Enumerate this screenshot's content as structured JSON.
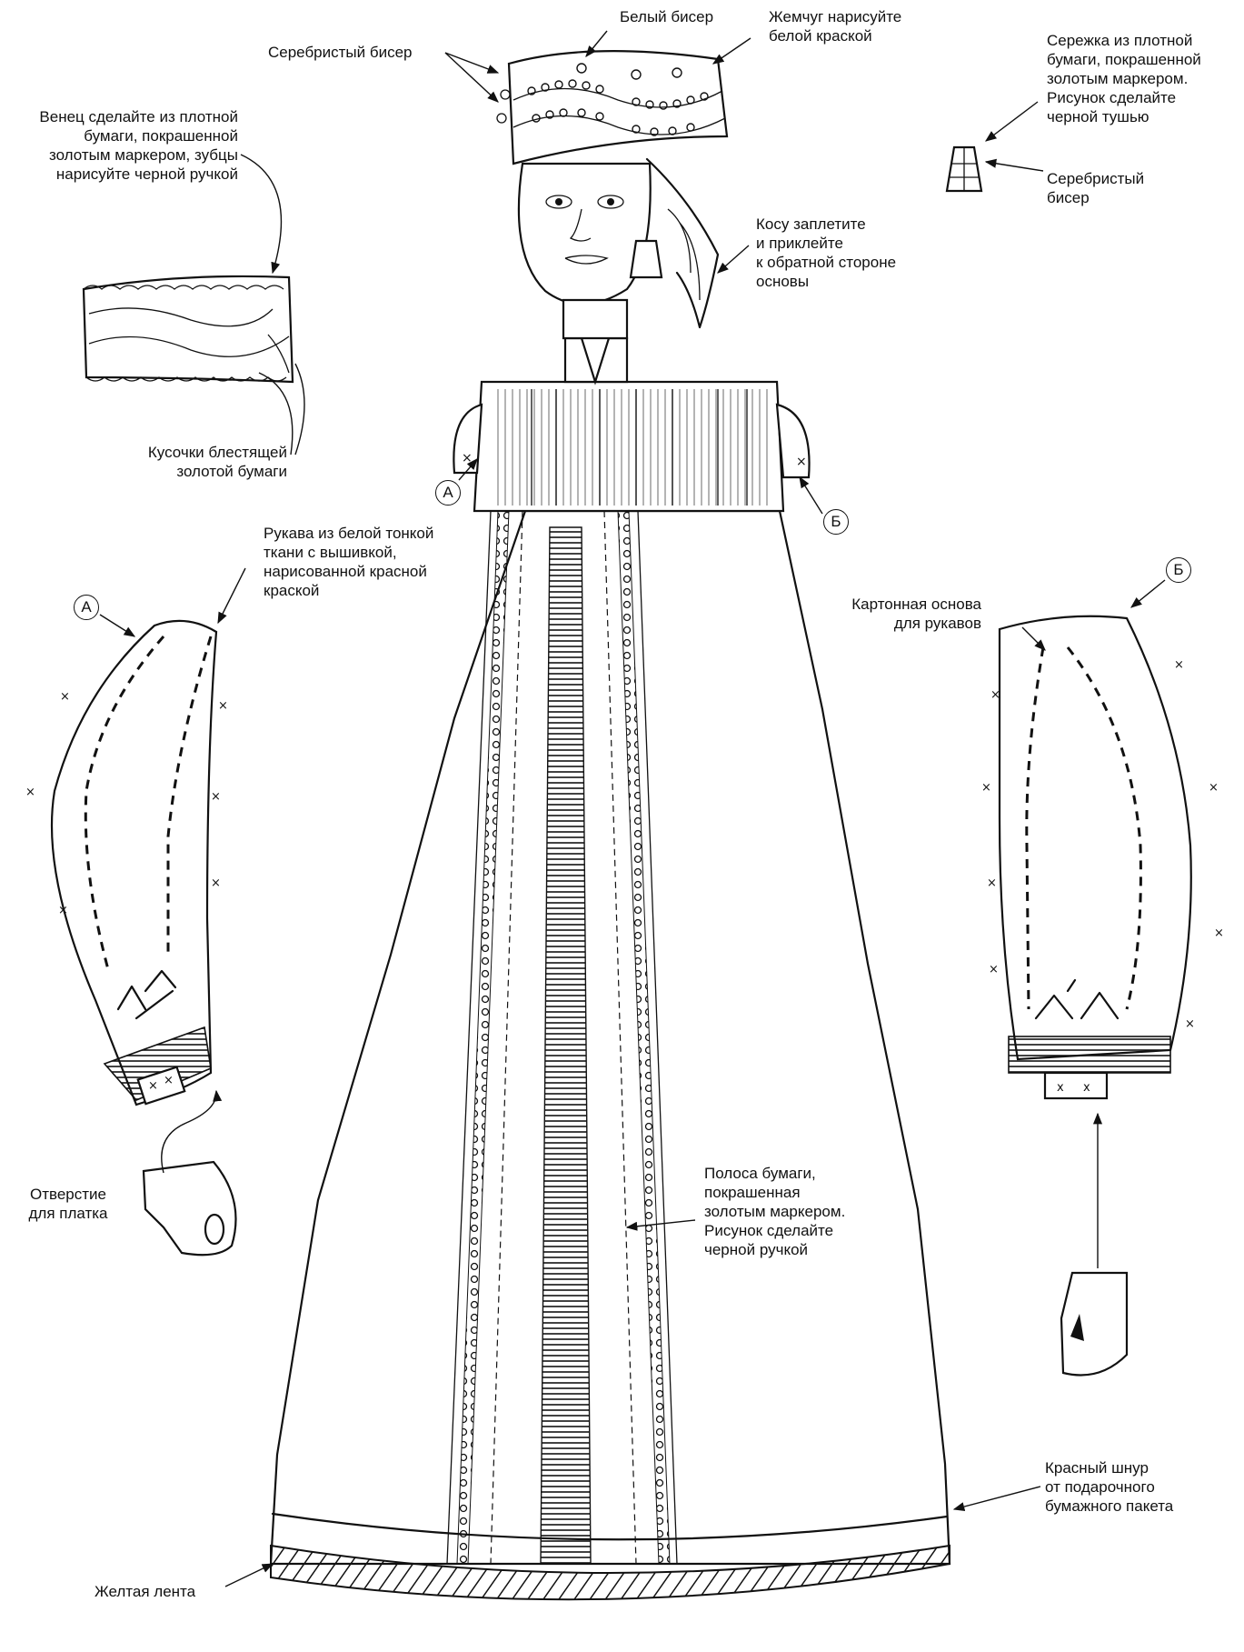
{
  "labels": {
    "white_beads": "Белый бисер",
    "pearls": "Жемчуг нарисуйте\nбелой краской",
    "silver_beads_top": "Серебристый бисер",
    "crown": "Венец сделайте из плотной\nбумаги, покрашенной\nзолотым маркером, зубцы\nнарисуйте черной ручкой",
    "earring": "Сережка из плотной\nбумаги, покрашенной\nзолотым маркером.\nРисунок сделайте\nчерной тушью",
    "silver_beads_earring": "Серебристый\nбисер",
    "braid": "Косу заплетите\nи приклейте\nк обратной стороне\nосновы",
    "gold_pieces": "Кусочки блестящей\nзолотой бумаги",
    "sleeves": "Рукава из белой тонкой\nткани с вышивкой,\nнарисованной красной\nкраской",
    "cardboard": "Картонная основа\nдля рукавов",
    "handkerchief_hole": "Отверстие\nдля платка",
    "paper_strip": "Полоса бумаги,\nпокрашенная\nзолотым маркером.\nРисунок сделайте\nчерной ручкой",
    "red_cord": "Красный шнур\nот подарочного\nбумажного пакета",
    "yellow_ribbon": "Желтая лента"
  },
  "markers": {
    "a": "А",
    "b": "Б"
  }
}
